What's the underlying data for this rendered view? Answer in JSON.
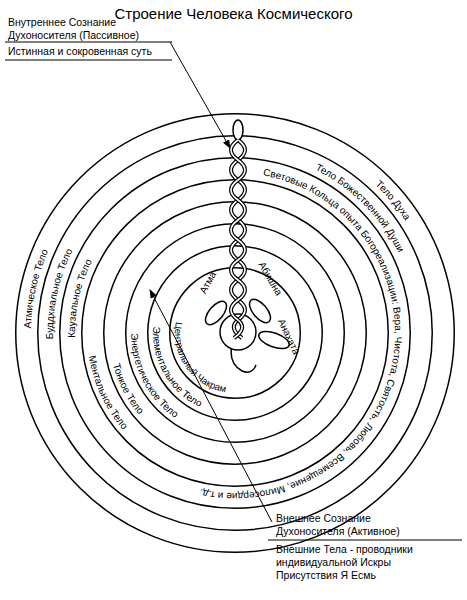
{
  "diagram": {
    "title": "Строение Человека Космического",
    "nodes": [
      {
        "text": [
          "Тело Духа",
          "Атмическое Тело"
        ]
      },
      {
        "text": [
          "Тело Божественной Души",
          "Буддхиальное Тело"
        ],
        "in": 0
      },
      {
        "text": [
          "Световые Кольца опыта Богореализации: Вера, Чистота, Святость, Любовь, Всемещение, Милосердие и т.д.",
          "Каузальное Тело"
        ],
        "in": 1
      },
      {
        "text": [
          "Ментальное Тело"
        ],
        "in": 2
      },
      {
        "text": [
          "Тонкое Тело"
        ],
        "in": 3
      },
      {
        "text": [
          "Энергетическое Тело"
        ],
        "in": 4
      },
      {
        "text": [
          "Элементальное Тело"
        ],
        "in": 5
      },
      {
        "text": [
          "Центральный Чакрам"
        ],
        "in": 6
      }
    ],
    "labels": [
      "Внутреннее Сознание Духоносителя (Пассивное)",
      "Истинная и сокровенная суть",
      "Атма",
      "Абишна",
      "Анахата",
      "Внешнее Сознание Духоносителя (Активное)",
      "Внешние Тела - проводники индивидуальной Искры Присутствия Я Есмь"
    ]
  }
}
